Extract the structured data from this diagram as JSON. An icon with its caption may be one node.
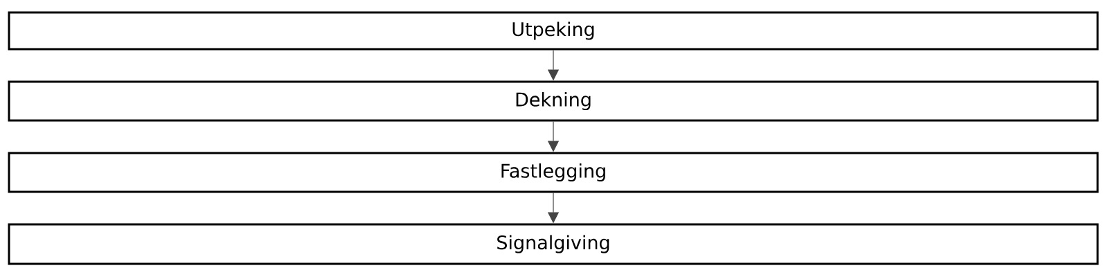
{
  "diagram": {
    "nodes": [
      {
        "text": [
          "Utpeking"
        ]
      },
      {
        "text": [
          "Dekning"
        ]
      },
      {
        "text": [
          "Fastlegging"
        ]
      },
      {
        "text": [
          "Signalgiving"
        ]
      }
    ],
    "edges": [
      {
        "from": 0,
        "to": 1,
        "arrow": "to"
      },
      {
        "from": 1,
        "to": 2,
        "arrow": "to"
      },
      {
        "from": 2,
        "to": 3,
        "arrow": "to"
      }
    ]
  }
}
